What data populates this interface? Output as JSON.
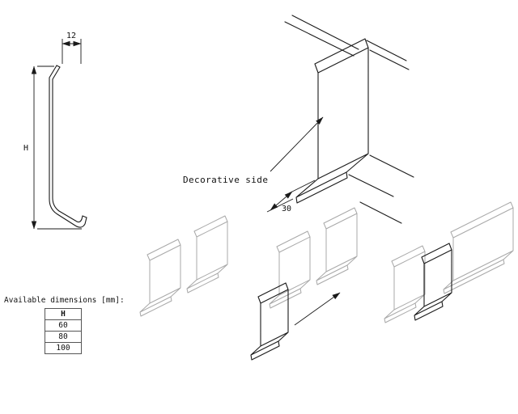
{
  "colors": {
    "ink": "#1a1a1a",
    "faint": "#a8a8a8",
    "background": "#ffffff"
  },
  "profile_2d": {
    "top_width_mm": "12",
    "height_label": "H"
  },
  "iso_view": {
    "leader_label": "Decorative side",
    "base_depth_mm": "30"
  },
  "dimensions_table": {
    "caption": "Available dimensions [mm]:",
    "header": "H",
    "rows": [
      "60",
      "80",
      "100"
    ]
  }
}
